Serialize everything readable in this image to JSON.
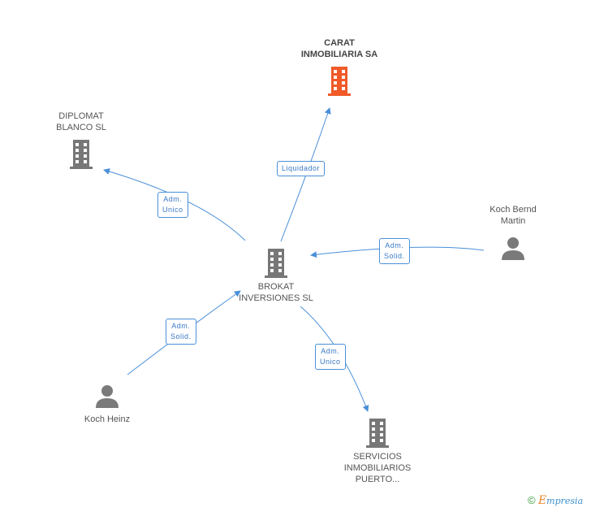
{
  "colors": {
    "edge": "#4a90d9",
    "company_icon": "#777777",
    "highlight_icon": "#f05a28",
    "person_icon": "#7a7a7a"
  },
  "nodes": {
    "carat": {
      "label": "CARAT\nINMOBILIARIA SA",
      "icon": "building-icon"
    },
    "diplomat": {
      "label": "DIPLOMAT\nBLANCO SL",
      "icon": "building-icon"
    },
    "brokat": {
      "label": "BROKAT\nINVERSIONES SL",
      "icon": "building-icon"
    },
    "servicios": {
      "label": "SERVICIOS\nINMOBILIARIOS\nPUERTO...",
      "icon": "building-icon"
    },
    "koch_bernd": {
      "label": "Koch Bernd\nMartin",
      "icon": "person-icon"
    },
    "koch_heinz": {
      "label": "Koch Heinz",
      "icon": "person-icon"
    }
  },
  "edges": {
    "liquidador": "Liquidador",
    "adm_unico_diplomat": "Adm.\nUnico",
    "adm_solid_bernd": "Adm.\nSolid.",
    "adm_solid_heinz": "Adm.\nSolid.",
    "adm_unico_servicios": "Adm.\nUnico"
  },
  "footer": {
    "copyright": "©",
    "brand_initial": "E",
    "brand_rest": "mpresia"
  }
}
